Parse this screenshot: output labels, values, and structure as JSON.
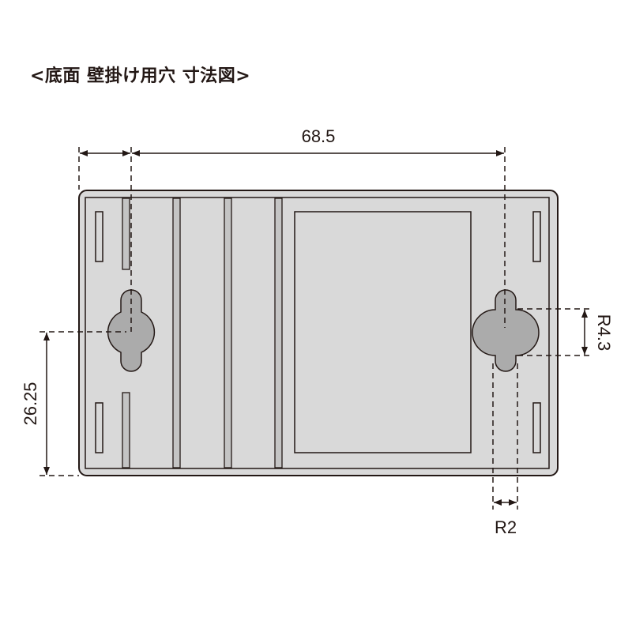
{
  "title": "<底面 壁掛け用穴 寸法図>",
  "colors": {
    "outline": "#231815",
    "body_fill": "#d9d9d9",
    "rib_fill": "#c4c4c4",
    "keyhole_fill": "#ababab",
    "background": "#ffffff"
  },
  "dimensions": {
    "hole_spacing": "68.5",
    "hole_height": "26.25",
    "head_radius": "R4.3",
    "slot_radius": "R2"
  },
  "parts": {
    "base": "bottom-panel",
    "keyholes": [
      "left-keyhole",
      "right-keyhole"
    ],
    "inner_window": "rectangular-recess"
  }
}
